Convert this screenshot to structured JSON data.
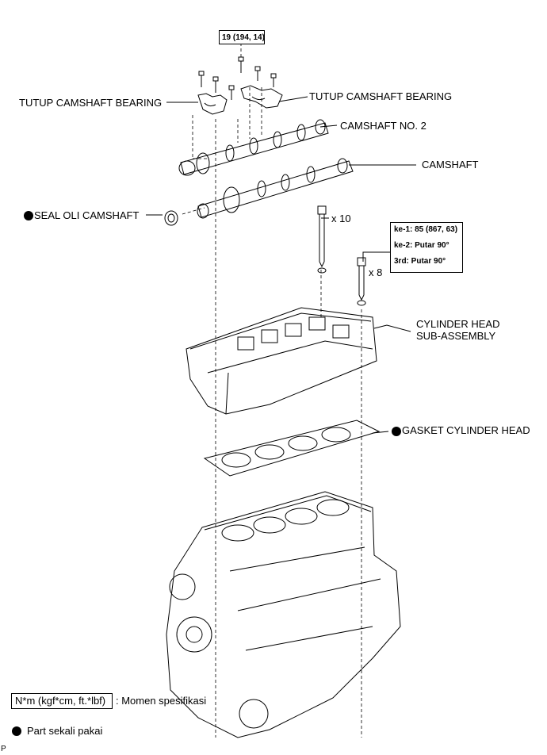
{
  "top_torque": "19 (194, 14)",
  "labels": {
    "bearing_cap_left": "TUTUP CAMSHAFT BEARING",
    "bearing_cap_right": "TUTUP CAMSHAFT BEARING",
    "camshaft_no2": "CAMSHAFT NO. 2",
    "camshaft": "CAMSHAFT",
    "seal": "SEAL OLI CAMSHAFT",
    "bolt_count_10": "x 10",
    "bolt_count_8": "x 8",
    "cylinder_head_line1": "CYLINDER HEAD",
    "cylinder_head_line2": "SUB-ASSEMBLY",
    "gasket": "GASKET CYLINDER HEAD"
  },
  "torque_steps": [
    "ke-1: 85 (867, 63)",
    "ke-2: Putar 90°",
    "3rd: Putar 90°"
  ],
  "legend": {
    "torque_box": "N*m (kgf*cm, ft.*lbf)",
    "torque_desc": ": Momen spesifikasi",
    "one_time_use": "Part sekali pakai"
  },
  "corner_code": "P"
}
